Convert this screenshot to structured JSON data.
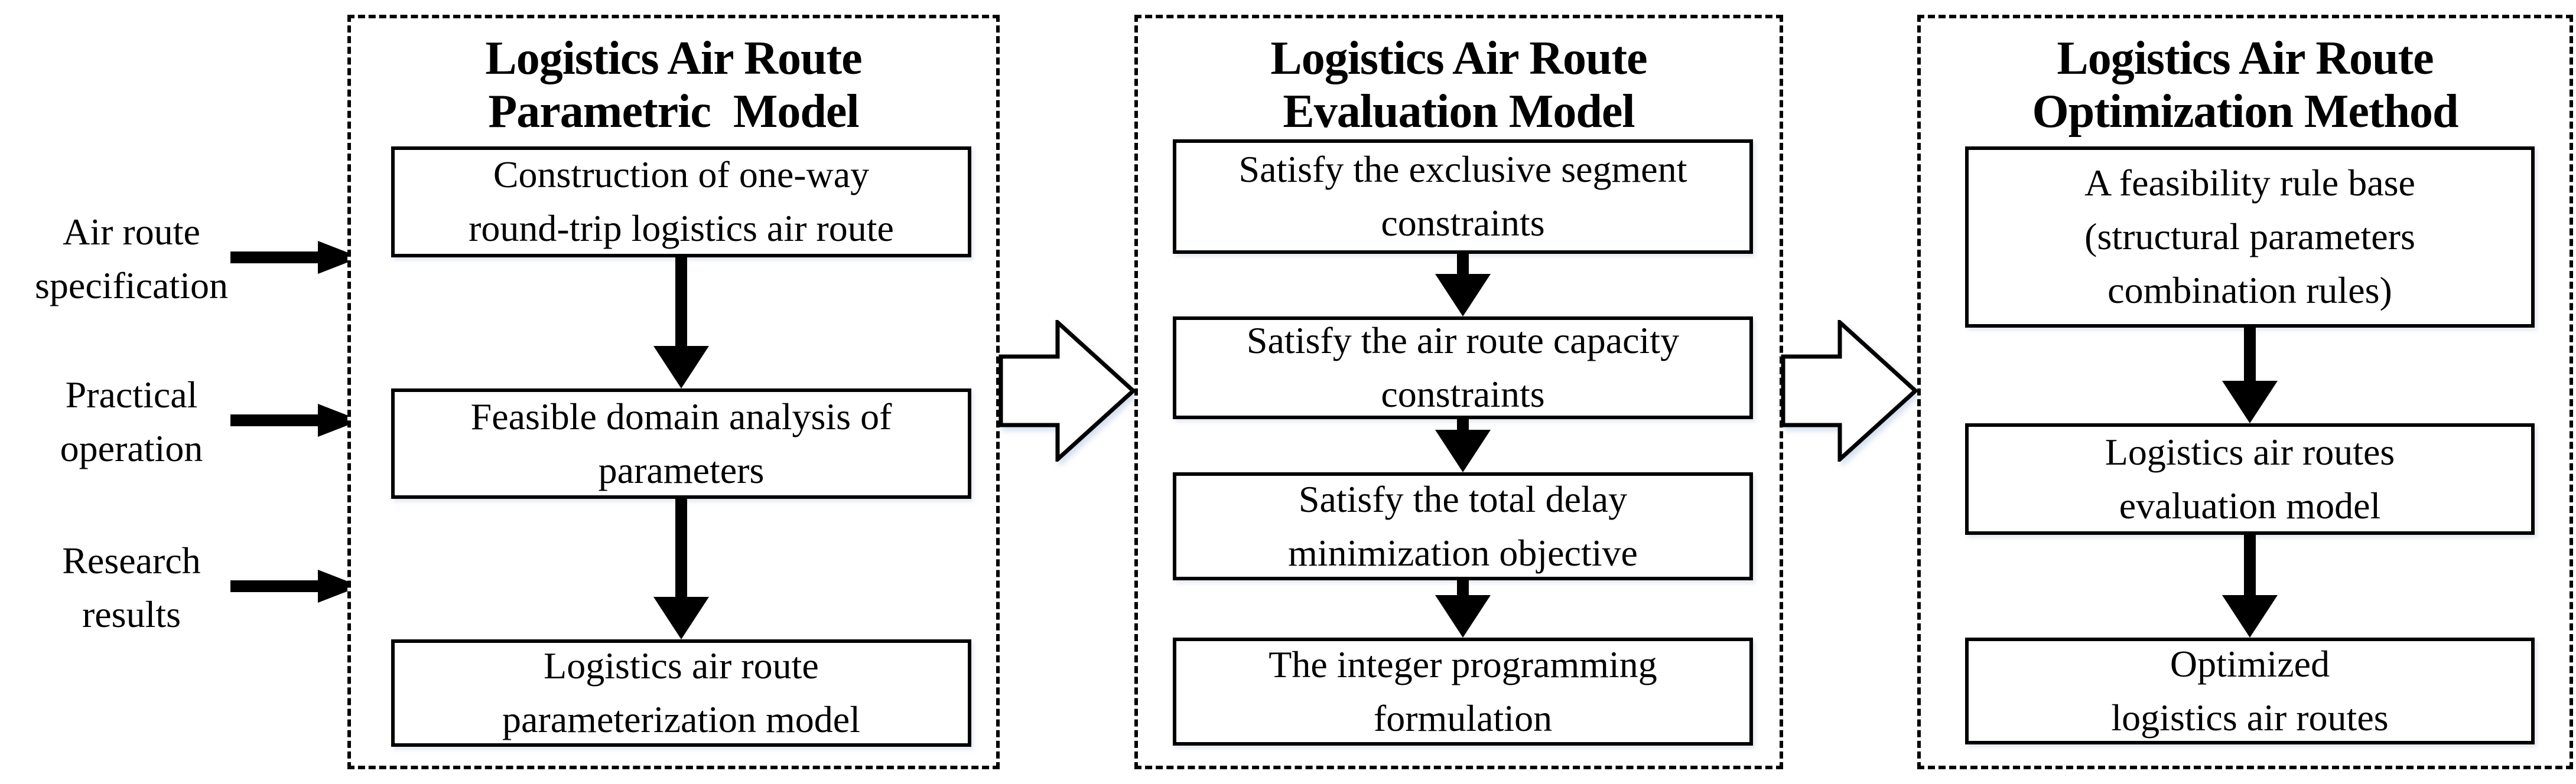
{
  "figure": {
    "background_color": "#ffffff",
    "line_color": "#000000",
    "arrow_fill_color": "#ffffff"
  },
  "inputs": [
    {
      "label": "Air route\nspecification"
    },
    {
      "label": "Practical\noperation"
    },
    {
      "label": "Research\nresults"
    }
  ],
  "panels": [
    {
      "title": "Logistics Air Route\nParametric  Model",
      "steps": [
        "Construction of one-way\nround-trip logistics air route",
        "Feasible domain analysis of\nparameters",
        "Logistics air route\nparameterization model"
      ]
    },
    {
      "title": "Logistics Air Route\nEvaluation Model",
      "steps": [
        "Satisfy the exclusive segment\nconstraints",
        "Satisfy the air route capacity\nconstraints",
        "Satisfy the total delay\nminimization objective",
        "The integer programming\nformulation"
      ]
    },
    {
      "title": "Logistics Air Route\nOptimization Method",
      "steps": [
        "A feasibility rule base\n(structural parameters\ncombination rules)",
        "Logistics air routes\nevaluation model",
        "Optimized\nlogistics air routes"
      ]
    }
  ]
}
